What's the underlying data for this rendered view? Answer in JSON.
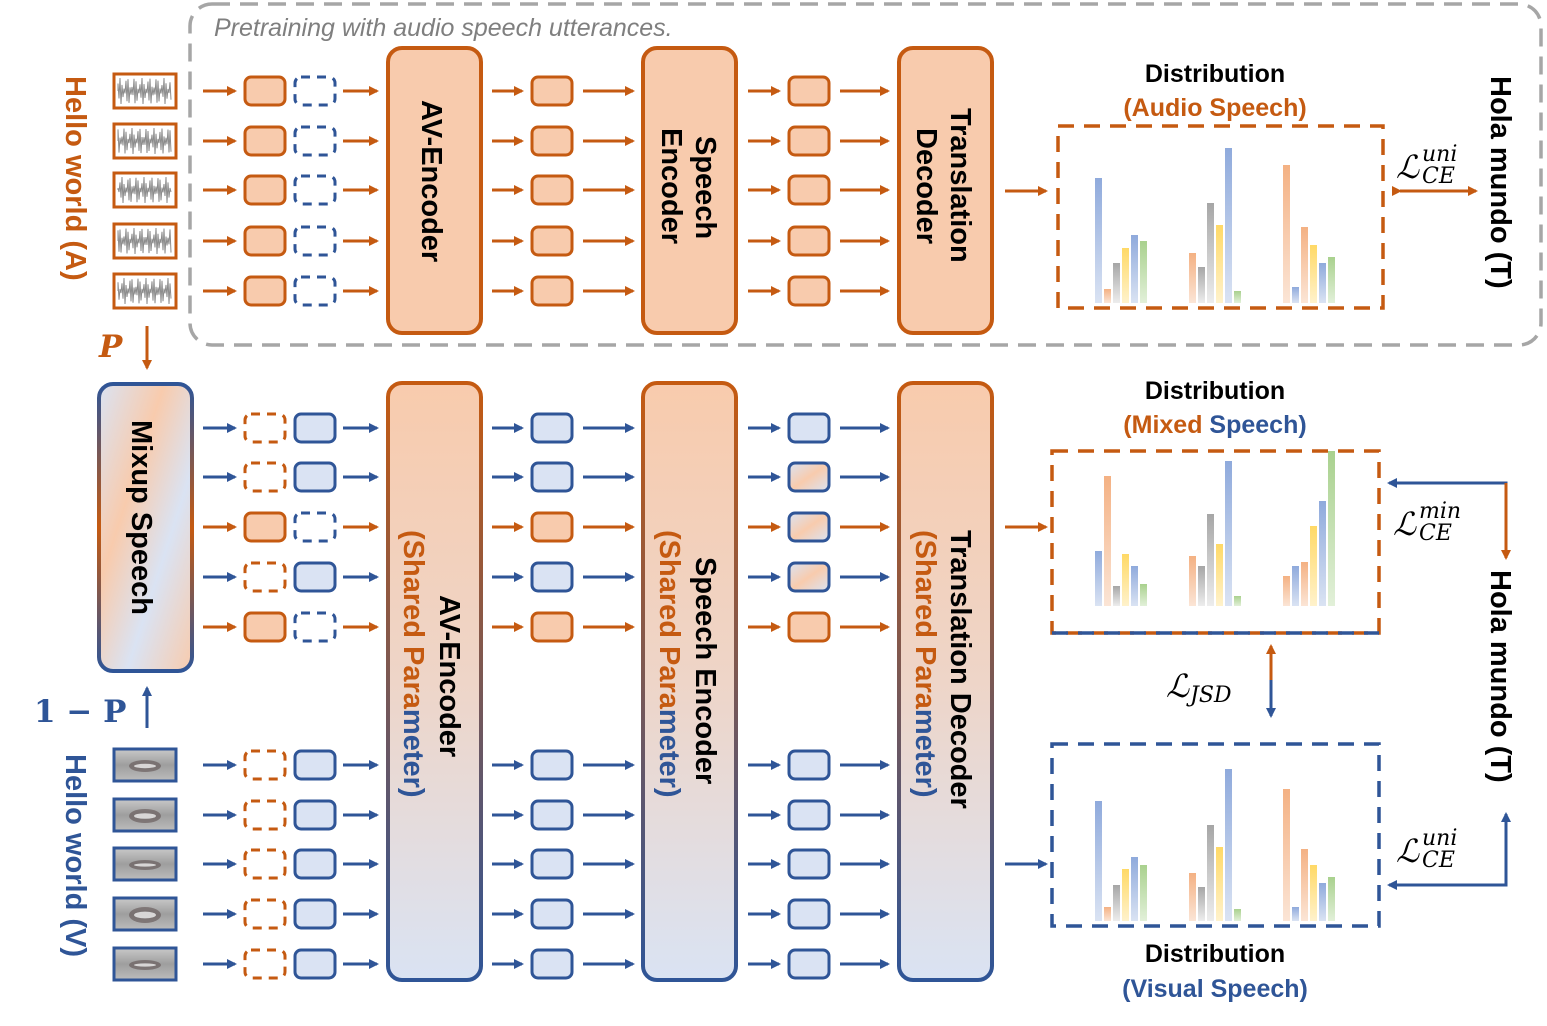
{
  "pretraining_note": "Pretraining with audio speech utterances.",
  "inputs": {
    "audio_label": "Hello world (A)",
    "visual_label": "Hello world (V)",
    "p_label": "P",
    "one_minus_p_label": "1 − P"
  },
  "modules": {
    "mixup": "Mixup Speech",
    "av_encoder": "AV-Encoder",
    "speech_encoder_top": [
      "Speech",
      "Encoder"
    ],
    "translation_decoder_top": [
      "Translation",
      "Decoder"
    ],
    "speech_encoder": "Speech Encoder",
    "translation_decoder": "Translation Decoder",
    "shared_prefix": "(Shared ",
    "shared_param_orange": "Para",
    "shared_param_blue": "meter)"
  },
  "distributions": {
    "title": "Distribution",
    "audio": "(Audio Speech)",
    "mixed_orange": "(Mixed",
    "mixed_blue": " Speech)",
    "visual": "(Visual Speech)"
  },
  "targets": {
    "top": "Hola mundo (T)",
    "bottom": "Hola mundo (T)"
  },
  "losses": {
    "l_symbol": "ℒ",
    "uni_sup": "uni",
    "min_sup": "min",
    "ce_sub": "CE",
    "jsd_sub": "JSD"
  },
  "colors": {
    "orange": "#c55a11",
    "orange_fill": "#f8cbad",
    "blue": "#2f5597",
    "blue_fill": "#dae3f3",
    "gray_dash": "#a6a6a6"
  },
  "icons": {
    "waveform": "waveform-icon",
    "lip": "lip-frame-icon"
  }
}
